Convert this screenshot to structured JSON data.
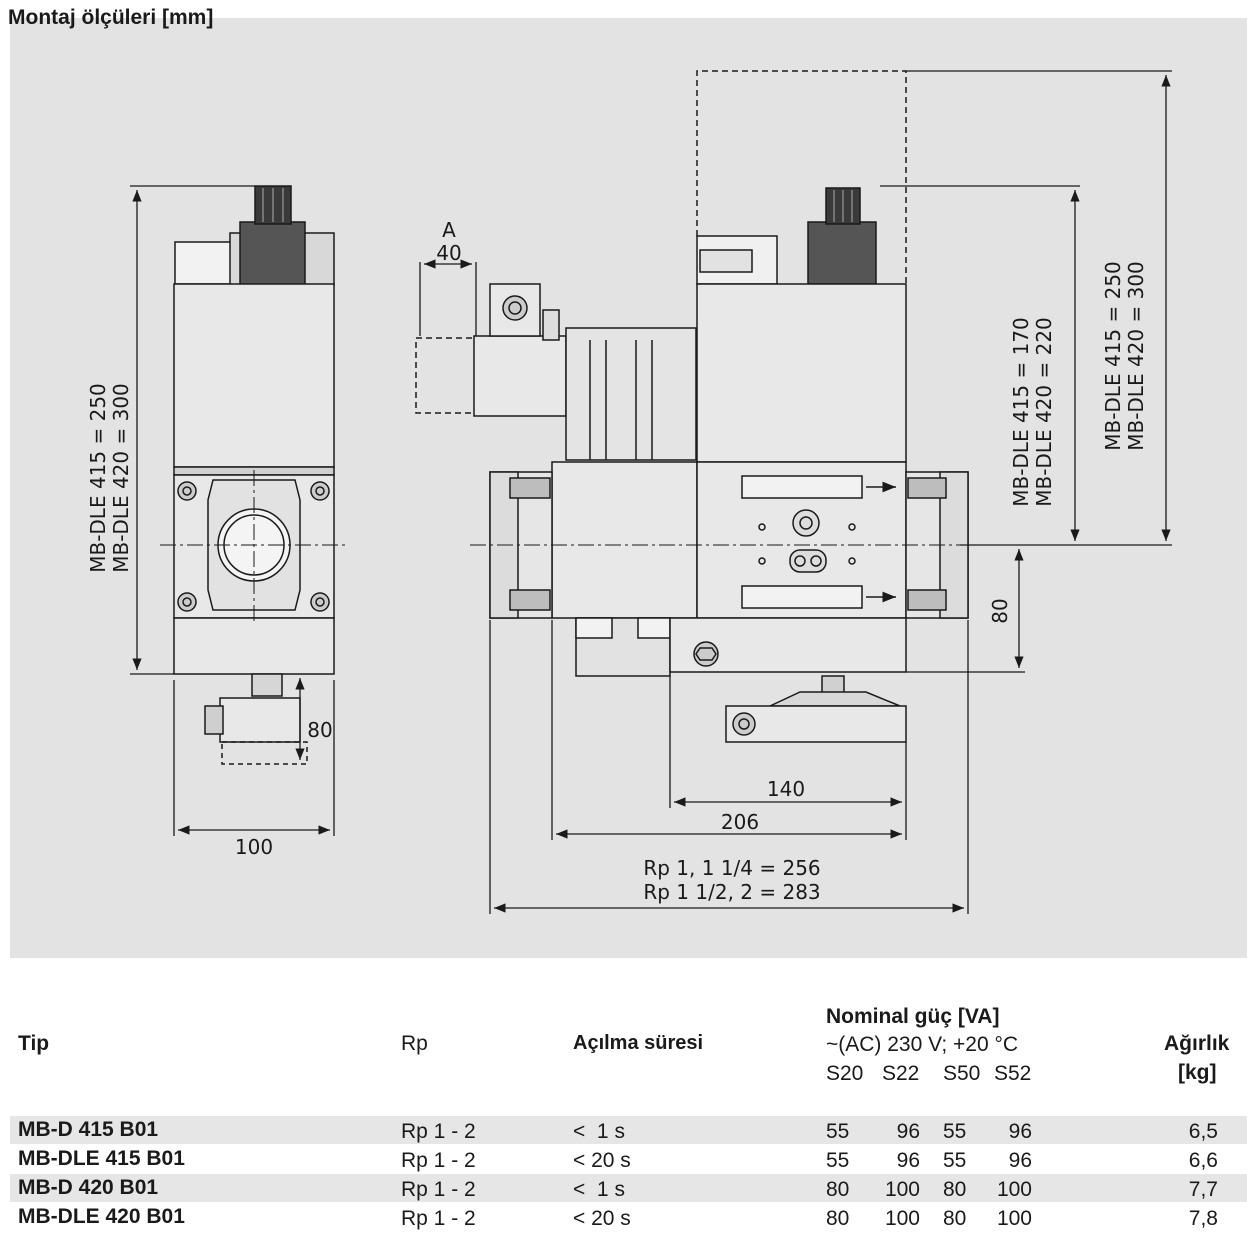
{
  "drawing": {
    "title": "Montaj ölçüleri [mm]",
    "dimensions": {
      "left_height": "MB-DLE 415 = 250",
      "left_height_2": "MB-DLE 420 = 300",
      "left_width": "100",
      "left_bottom": "80",
      "label_a": "A",
      "dim_40": "40",
      "mid_height": "MB-DLE 415 = 170",
      "mid_height_2": "MB-DLE 420 = 220",
      "right_height": "MB-DLE 415 = 250",
      "right_height_2": "MB-DLE 420 = 300",
      "right_80": "80",
      "dim_140": "140",
      "dim_206": "206",
      "rp_line_1": "Rp 1, 1 1/4 = 256",
      "rp_line_2": "Rp 1 1/2, 2 = 283"
    }
  },
  "table": {
    "headers": {
      "tip": "Tip",
      "rp": "Rp",
      "opening": "Açılma süresi",
      "power_title": "Nominal güç [VA]",
      "power_sub": "~(AC) 230 V; +20 °C",
      "s20": "S20",
      "s22": "S22",
      "s50": "S50",
      "s52": "S52",
      "weight": "Ağırlık",
      "weight_unit": "[kg]"
    },
    "rows": [
      {
        "tip": "MB-D 415 B01",
        "rp": "Rp 1 - 2",
        "opening": "<  1 s",
        "s20": "55",
        "s22": "96",
        "s50": "55",
        "s52": "96",
        "weight": "6,5"
      },
      {
        "tip": "MB-DLE 415 B01",
        "rp": "Rp 1 - 2",
        "opening": "< 20 s",
        "s20": "55",
        "s22": "96",
        "s50": "55",
        "s52": "96",
        "weight": "6,6"
      },
      {
        "tip": "MB-D 420 B01",
        "rp": "Rp 1 - 2",
        "opening": "<  1 s",
        "s20": "80",
        "s22": "100",
        "s50": "80",
        "s52": "100",
        "weight": "7,7"
      },
      {
        "tip": "MB-DLE 420 B01",
        "rp": "Rp 1 - 2",
        "opening": "< 20 s",
        "s20": "80",
        "s22": "100",
        "s50": "80",
        "s52": "100",
        "weight": "7,8"
      }
    ]
  }
}
